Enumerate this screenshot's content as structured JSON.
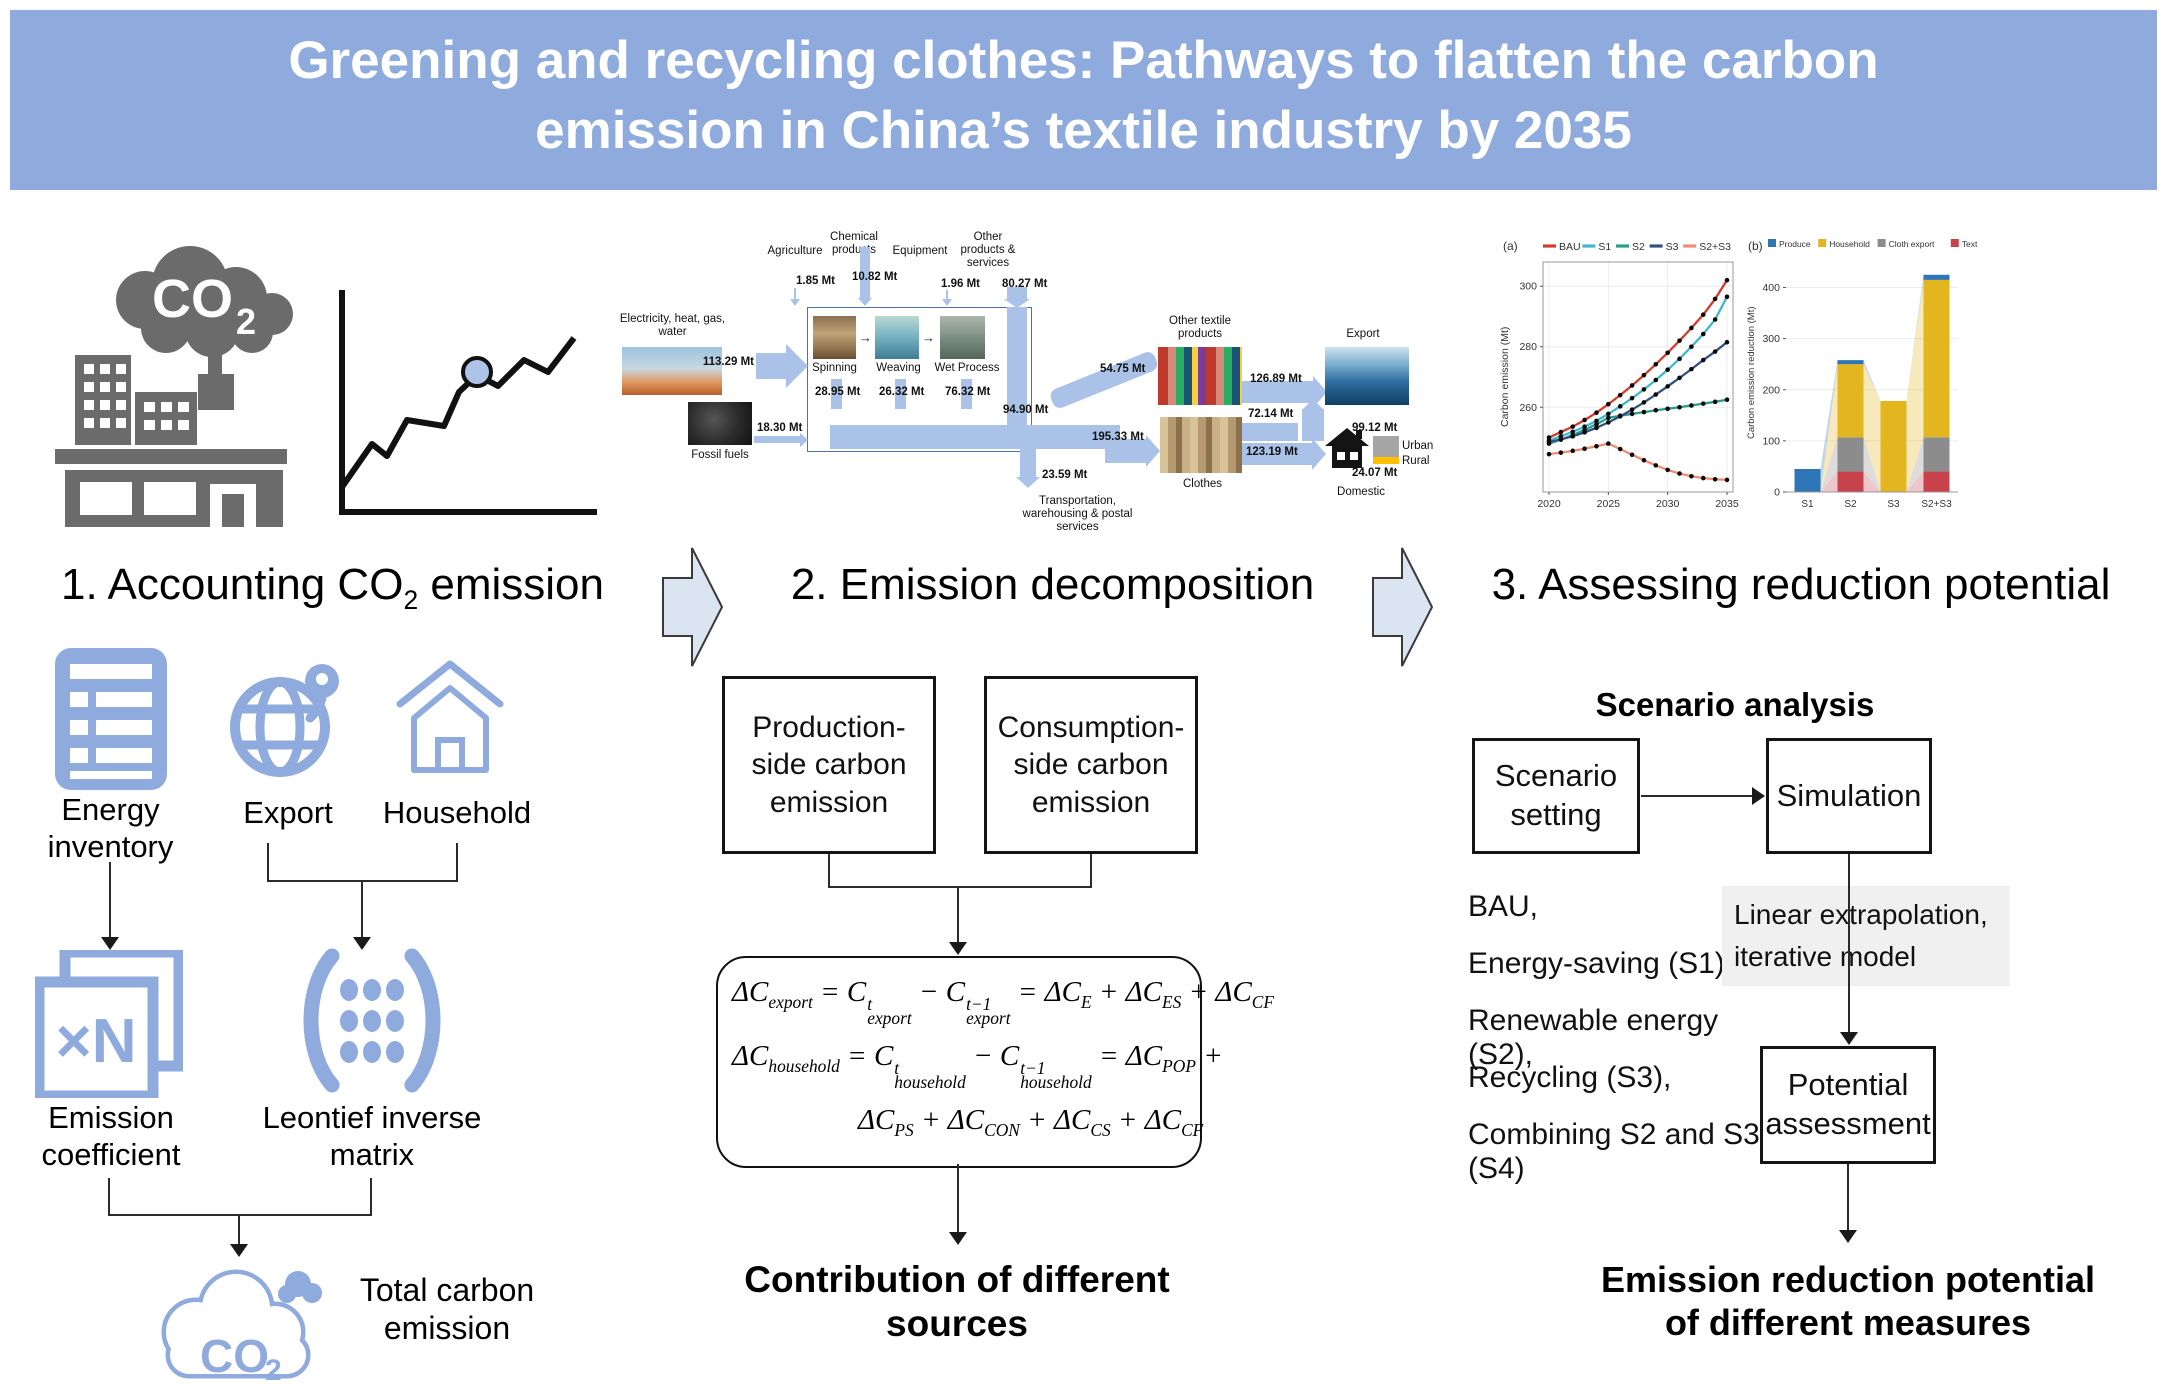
{
  "banner": {
    "title": "Greening and recycling clothes: Pathways to flatten the carbon emission in China’s textile industry by 2035"
  },
  "steps": {
    "step1": "1. Accounting CO_{2} emission",
    "step2": "2. Emission decomposition",
    "step3": "3. Assessing reduction potential"
  },
  "hero": {
    "co2_main": "CO",
    "co2_sub": "2"
  },
  "sankey": {
    "step_arrow": "→",
    "electricity_label": "Electricity, heat, gas, water",
    "electricity_value": "113.29 Mt",
    "fossil_label": "Fossil fuels",
    "fossil_value": "18.30 Mt",
    "top_inputs": [
      {
        "label": "Agriculture",
        "value": "1.85 Mt"
      },
      {
        "label": "Chemical products",
        "value": "10.82 Mt"
      },
      {
        "label": "Equipment",
        "value": "1.96 Mt"
      },
      {
        "label": "Other products & services",
        "value": "80.27 Mt"
      }
    ],
    "processes": [
      {
        "label": "Spinning",
        "value": "28.95 Mt"
      },
      {
        "label": "Weaving",
        "value": "26.32 Mt"
      },
      {
        "label": "Wet Process",
        "value": "76.32 Mt"
      }
    ],
    "collector_value": "94.90 Mt",
    "transport_value": "23.59 Mt",
    "transport_label": "Transportation, warehousing & postal services",
    "other_textile_label": "Other textile products",
    "other_textile_value": "54.75 Mt",
    "clothes_label": "Clothes",
    "clothes_value": "195.33 Mt",
    "export_label": "Export",
    "export_from_other_value": "126.89 Mt",
    "export_from_clothes_value": "72.14 Mt",
    "domestic_value": "123.19 Mt",
    "domestic_label": "Domestic",
    "urban_value": "99.12 Mt",
    "urban_label": "Urban",
    "rural_label": "Rural",
    "rural_value": "24.07 Mt"
  },
  "accounting": {
    "energy_inventory": "Energy inventory",
    "export": "Export",
    "household": "Household",
    "emission_coefficient": "Emission coefficient",
    "xn": "×N",
    "leontief": "Leontief inverse matrix",
    "co2_main": "CO",
    "co2_sub": "2",
    "total": "Total carbon emission"
  },
  "decomposition": {
    "production_box": "Production-side carbon emission",
    "consumption_box": "Consumption-side carbon emission",
    "formula1": "ΔC_{export} = C^{t}_{export} − C^{t−1}_{export} = ΔC_{E} + ΔC_{ES} + ΔC_{CF}",
    "formula2a": "ΔC_{household} = C^{t}_{household} − C^{t−1}_{household} = ΔC_{POP} +",
    "formula2b": "ΔC_{PS} + ΔC_{CON} + ΔC_{CS} + ΔC_{CF}",
    "outcome": "Contribution of different sources"
  },
  "assessment": {
    "scenario_analysis": "Scenario analysis",
    "scenario_setting": "Scenario setting",
    "simulation": "Simulation",
    "scenarios": [
      "BAU,",
      "Energy-saving (S1),",
      "Renewable energy (S2),",
      "Recycling (S3),",
      "Combining S2 and S3 (S4)"
    ],
    "model_note": "Linear extrapolation, iterative model",
    "potential": "Potential assessment",
    "outcome": "Emission reduction potential of different measures"
  },
  "chart_data": [
    {
      "id": "a",
      "type": "line",
      "panel_label": "(a)",
      "ylabel": "Carbon emission (Mt)",
      "xlabel": "",
      "x": [
        2020,
        2021,
        2022,
        2023,
        2024,
        2025,
        2026,
        2027,
        2028,
        2029,
        2030,
        2031,
        2032,
        2033,
        2034,
        2035
      ],
      "xticks": [
        2020,
        2025,
        2030,
        2035
      ],
      "yticks": [
        260,
        280,
        300
      ],
      "ylim": [
        232,
        308
      ],
      "legend_position": "top",
      "series": [
        {
          "name": "BAU",
          "color": "#d63a2a",
          "values": [
            250,
            251.8,
            253.6,
            255.8,
            258.2,
            261,
            264,
            267.2,
            270.6,
            274.2,
            278,
            282,
            286.2,
            290.6,
            295.8,
            302
          ]
        },
        {
          "name": "S1",
          "color": "#3fb8cc",
          "values": [
            249,
            250.4,
            251.9,
            253.6,
            255.5,
            257.8,
            260.3,
            263,
            265.9,
            269,
            272.4,
            276,
            280,
            284.2,
            289,
            296.5
          ]
        },
        {
          "name": "S2",
          "color": "#2a9d8a",
          "values": [
            248,
            249.3,
            250.8,
            252.5,
            254.4,
            256.5,
            257.2,
            257.8,
            258.4,
            259,
            259.5,
            260,
            260.6,
            261.2,
            261.8,
            262.5
          ]
        },
        {
          "name": "S3",
          "color": "#33507e",
          "values": [
            248.5,
            249.4,
            250.4,
            251.7,
            253.2,
            255,
            257,
            259.2,
            261.6,
            264.2,
            266.9,
            269.7,
            272.6,
            275.6,
            278.4,
            281.5
          ]
        },
        {
          "name": "S2+S3",
          "color": "#ef8b72",
          "values": [
            244.5,
            245,
            245.6,
            246.3,
            247.1,
            248,
            246.2,
            244.3,
            242.5,
            240.8,
            239.3,
            238.1,
            237.2,
            236.6,
            236.2,
            236
          ]
        }
      ]
    },
    {
      "id": "b",
      "type": "stacked_bar",
      "panel_label": "(b)",
      "ylabel": "Carbon emission reduction (Mt)",
      "categories": [
        "S1",
        "S2",
        "S3",
        "S2+S3"
      ],
      "yticks": [
        0,
        100,
        200,
        300,
        400
      ],
      "ylim": [
        0,
        450
      ],
      "stack_order": [
        "Textile export",
        "Cloth export",
        "Household",
        "Produce"
      ],
      "series": [
        {
          "name": "Produce",
          "color": "#2e75b6",
          "values": [
            45,
            8,
            0,
            10
          ]
        },
        {
          "name": "Household",
          "color": "#e3b51f",
          "values": [
            0,
            143,
            178,
            308
          ]
        },
        {
          "name": "Cloth export",
          "color": "#8c8c8c",
          "values": [
            0,
            67,
            0,
            67
          ]
        },
        {
          "name": "Textile export",
          "color": "#c8424b",
          "values": [
            0,
            40,
            0,
            40
          ]
        }
      ]
    }
  ],
  "colors": {
    "banner_blue": "#8faadc",
    "icon_blue": "#8faadc",
    "flow_blue": "#aac2e8",
    "arrow_fill": "#dbe5f1",
    "factory_gray": "#6b6b6b",
    "urban_gray": "#a6a6a6",
    "rural_gold": "#ffc000"
  }
}
